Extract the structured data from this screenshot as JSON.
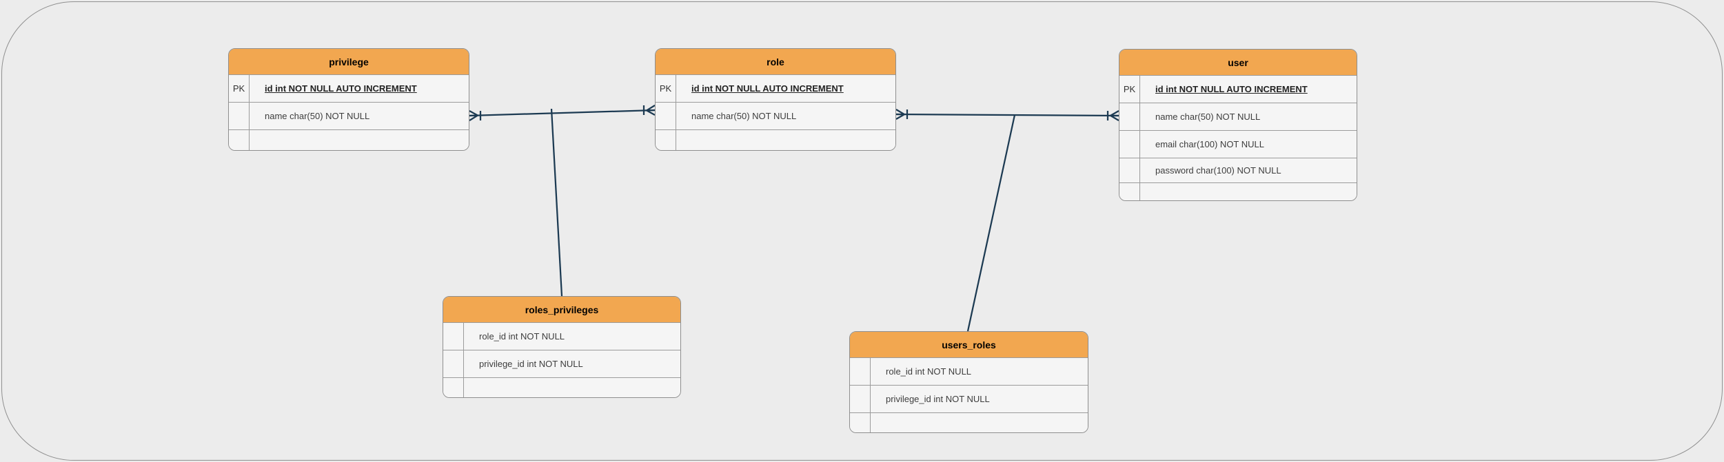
{
  "canvas": {
    "background_color": "#ECECEC",
    "border_color": "#8F8F8F"
  },
  "colors": {
    "entity_header_fill": "#F2A750",
    "entity_row_fill": "#F5F5F5",
    "entity_border": "#8E8E8E",
    "connector": "#1C3A52",
    "attribute_text": "#3D3D3D"
  },
  "entities": [
    {
      "name": "privilege",
      "rows": [
        {
          "key": "PK",
          "text": "id int NOT NULL AUTO INCREMENT"
        },
        {
          "key": "",
          "text": "name char(50) NOT NULL"
        },
        {
          "key": "",
          "text": ""
        }
      ]
    },
    {
      "name": "role",
      "rows": [
        {
          "key": "PK",
          "text": "id int NOT NULL AUTO INCREMENT"
        },
        {
          "key": "",
          "text": "name char(50) NOT NULL"
        },
        {
          "key": "",
          "text": ""
        }
      ]
    },
    {
      "name": "user",
      "rows": [
        {
          "key": "PK",
          "text": "id int NOT NULL AUTO INCREMENT"
        },
        {
          "key": "",
          "text": "name char(50) NOT NULL"
        },
        {
          "key": "",
          "text": "email char(100) NOT NULL"
        },
        {
          "key": "",
          "text": "password char(100) NOT NULL"
        },
        {
          "key": "",
          "text": ""
        }
      ]
    },
    {
      "name": "roles_privileges",
      "rows": [
        {
          "key": "",
          "text": "role_id int NOT NULL"
        },
        {
          "key": "",
          "text": "privilege_id int NOT NULL"
        },
        {
          "key": "",
          "text": ""
        }
      ]
    },
    {
      "name": "users_roles",
      "rows": [
        {
          "key": "",
          "text": "role_id int NOT NULL"
        },
        {
          "key": "",
          "text": "privilege_id int NOT NULL"
        },
        {
          "key": "",
          "text": ""
        }
      ]
    }
  ],
  "relationships": [
    {
      "from": "privilege",
      "to": "role",
      "end_markers": "bar-and-crowfoot at both ends"
    },
    {
      "from": "role",
      "to": "user",
      "end_markers": "bar-and-crowfoot at both ends"
    },
    {
      "from": "roles_privileges",
      "to": "privilege-role connector",
      "end_markers": "none"
    },
    {
      "from": "users_roles",
      "to": "role-user connector",
      "end_markers": "none"
    }
  ]
}
